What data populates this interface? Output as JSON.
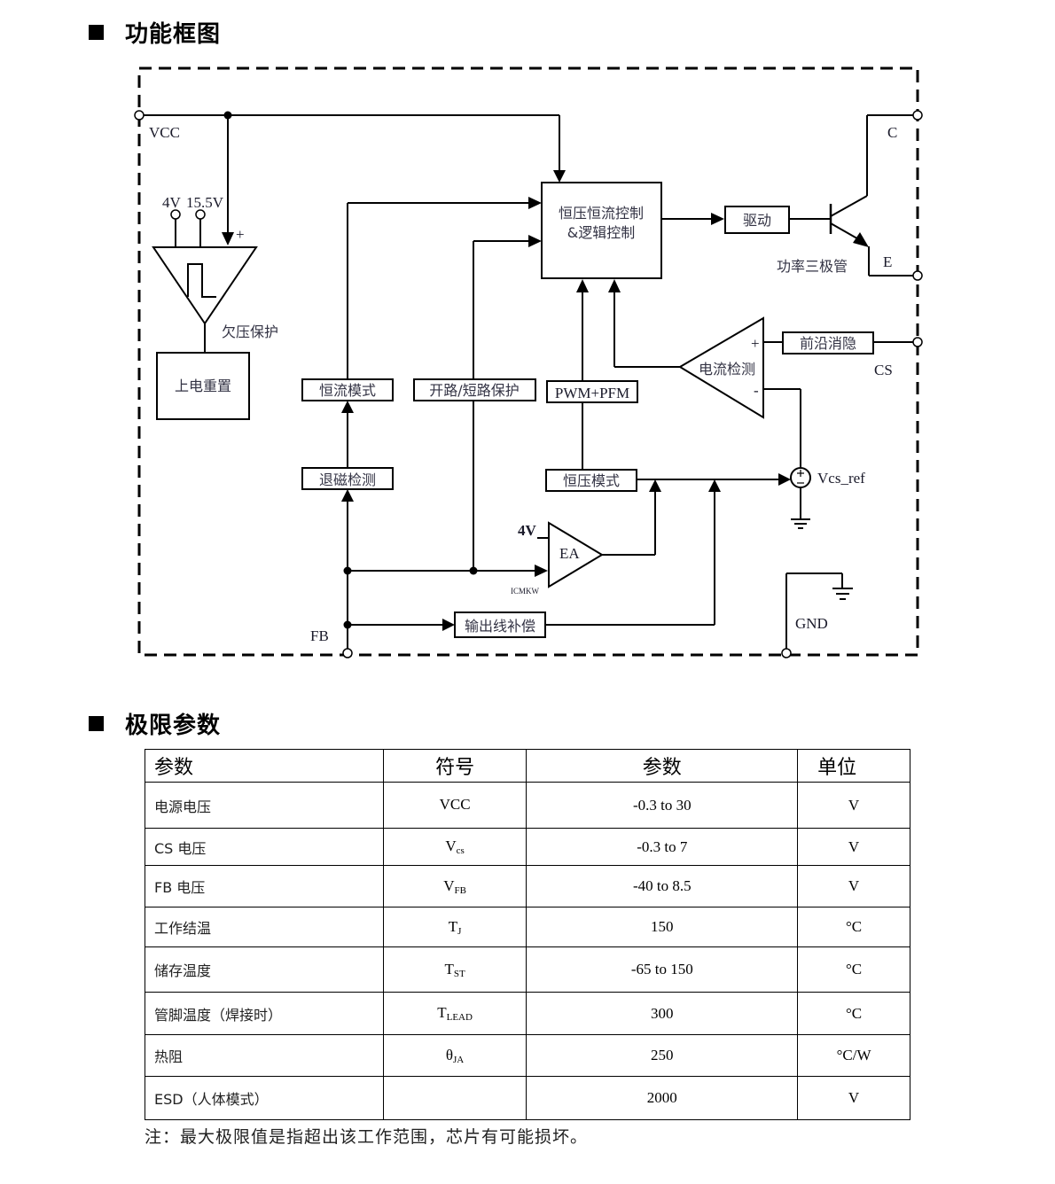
{
  "sections": {
    "block_diagram_title": "功能框图",
    "abs_max_title": "极限参数"
  },
  "diagram": {
    "pins": {
      "vcc": "VCC",
      "c": "C",
      "e": "E",
      "cs": "CS",
      "fb": "FB",
      "gnd": "GND"
    },
    "uvlo_thresholds": [
      "4V",
      "15.5V"
    ],
    "uvlo_plus": "+",
    "uvlo_label": "欠压保护",
    "blocks": {
      "power_on_reset": "上电重置",
      "control_line1": "恒压恒流控制",
      "control_line2": "&逻辑控制",
      "driver": "驱动",
      "transistor_label": "功率三极管",
      "leading_edge_blanking": "前沿消隐",
      "current_sense": "电流检测",
      "cs_plus": "+",
      "cs_minus": "-",
      "cc_mode": "恒流模式",
      "open_short_protect": "开路/短路保护",
      "pwm_pfm": "PWM+PFM",
      "demag_detect": "退磁检测",
      "cv_mode": "恒压模式",
      "ea": "EA",
      "ea_ref": "4V",
      "line_comp": "输出线补偿",
      "vcs_ref": "Vcs_ref",
      "watermark": "ICMKW"
    }
  },
  "table": {
    "headers": [
      "参数",
      "符号",
      "参数",
      "单位"
    ],
    "rows": [
      {
        "param": "电源电压",
        "symbol": "VCC",
        "symbol_sub": "",
        "value": "-0.3 to 30",
        "unit": "V"
      },
      {
        "param": "CS 电压",
        "symbol": "V",
        "symbol_sub": "cs",
        "value": "-0.3 to 7",
        "unit": "V"
      },
      {
        "param": "FB 电压",
        "symbol": "V",
        "symbol_sub": "FB",
        "value": "-40 to 8.5",
        "unit": "V"
      },
      {
        "param": "工作结温",
        "symbol": "T",
        "symbol_sub": "J",
        "value": "150",
        "unit": "°C"
      },
      {
        "param": "储存温度",
        "symbol": "T",
        "symbol_sub": "ST",
        "value": "-65 to 150",
        "unit": "°C"
      },
      {
        "param": "管脚温度（焊接时）",
        "symbol": "T",
        "symbol_sub": "LEAD",
        "value": "300",
        "unit": "°C"
      },
      {
        "param": "热阻",
        "symbol": "θ",
        "symbol_sub": "JA",
        "value": "250",
        "unit": "°C/W"
      },
      {
        "param": "ESD（人体模式）",
        "symbol": "",
        "symbol_sub": "",
        "value": "2000",
        "unit": "V"
      }
    ],
    "note": "注：最大极限值是指超出该工作范围，芯片有可能损坏。"
  }
}
